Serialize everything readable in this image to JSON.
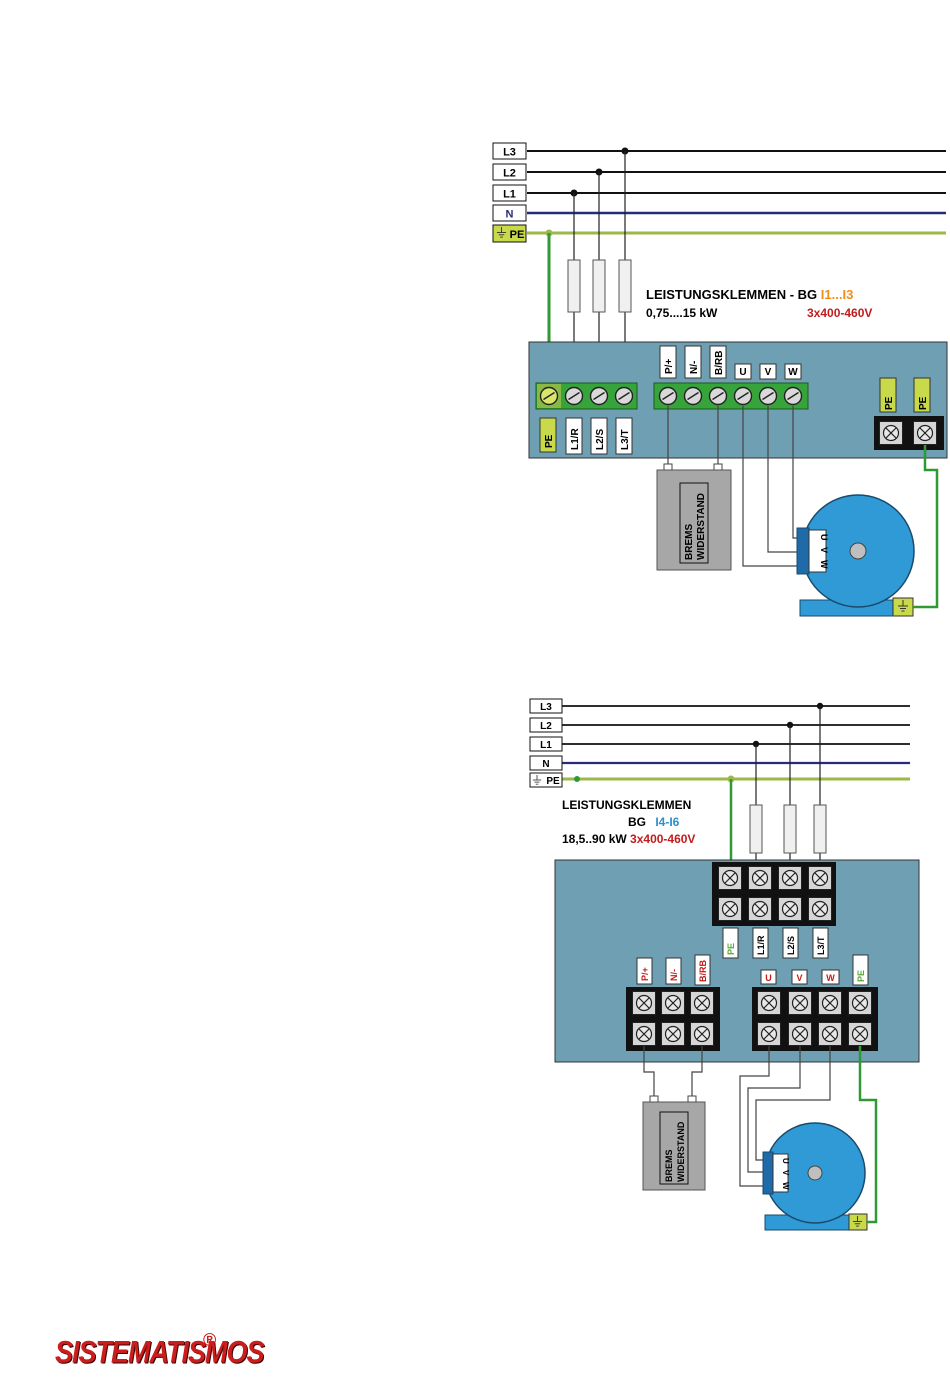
{
  "colors": {
    "panel": "#6f9fb3",
    "ground_wire": "#2f9a33",
    "neutral_wire": "#2a2a7a",
    "pe_line": "#9cb84a",
    "motor": "#2f9ad6",
    "brake_box": "#a7a7a7",
    "orange_accent": "#f08c1a",
    "red_accent": "#c21b1b",
    "blue_accent": "#2a8fd0"
  },
  "diagram1": {
    "lines": {
      "l3": "L3",
      "l2": "L2",
      "l1": "L1",
      "n": "N",
      "pe": "PE"
    },
    "title": "LEISTUNGSKLEMMEN - BG ",
    "title_range": "I1...I3",
    "power": "0,75....15 kW",
    "voltage": "3x400-460V",
    "terminals_in": [
      "PE",
      "L1/R",
      "L2/S",
      "L3/T"
    ],
    "terminals_brake": [
      "P/+",
      "N/-",
      "B/RB"
    ],
    "terminals_out": [
      "U",
      "V",
      "W"
    ],
    "pe_right": [
      "PE",
      "PE"
    ],
    "brake": [
      "BREMS",
      "WIDERSTAND"
    ],
    "motor_terminals": [
      "U",
      "V",
      "W"
    ]
  },
  "diagram2": {
    "lines": {
      "l3": "L3",
      "l2": "L2",
      "l1": "L1",
      "n": "N",
      "pe": "PE"
    },
    "title": "LEISTUNGSKLEMMEN",
    "title_bg": "BG ",
    "title_range": "I4-I6",
    "power": "18,5..90 kW ",
    "voltage": "3x400-460V",
    "terminals_in": [
      "PE",
      "L1/R",
      "L2/S",
      "L3/T"
    ],
    "terminals_brake": [
      "P/+",
      "N/-",
      "B/RB"
    ],
    "terminals_out": [
      "U",
      "V",
      "W",
      "PE"
    ],
    "brake": [
      "BREMS",
      "WIDERSTAND"
    ],
    "motor_terminals": [
      "U",
      "V",
      "W"
    ]
  },
  "logo": {
    "text": "SISTEMATISMOS",
    "reg": "®"
  }
}
